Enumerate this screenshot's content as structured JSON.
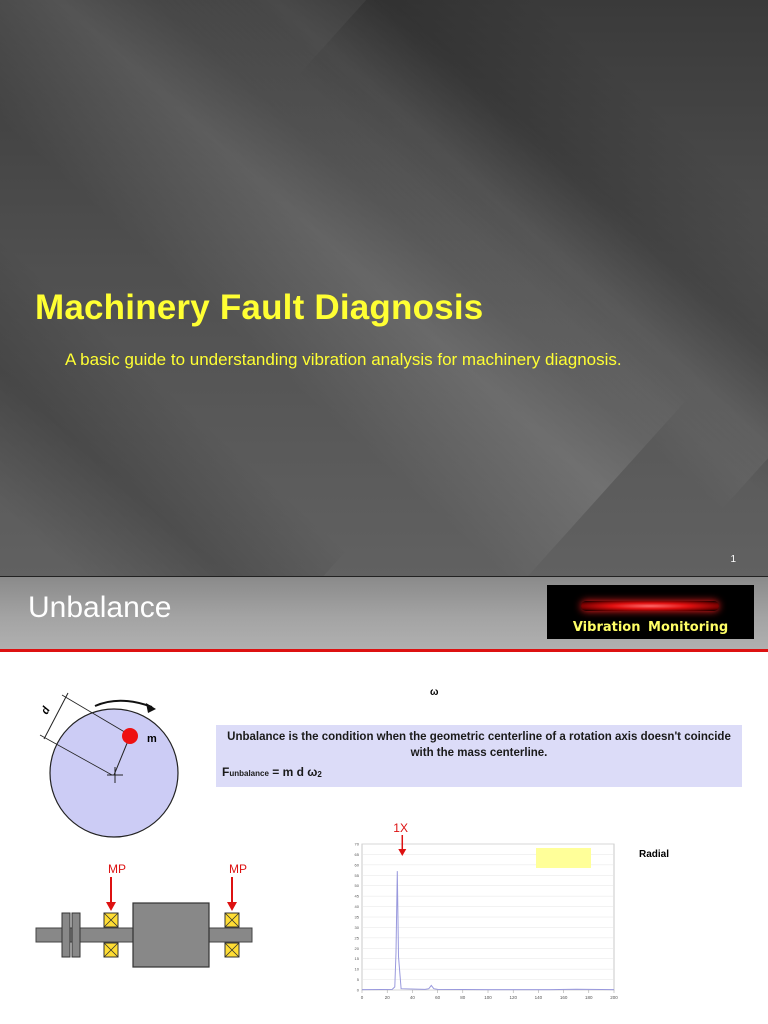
{
  "slide1": {
    "title": "Machinery Fault Diagnosis",
    "subtitle": "A basic guide to understanding vibration analysis for machinery diagnosis.",
    "page_number": "1"
  },
  "slide2": {
    "title": "Unbalance",
    "logo_text": "Vibration  Monitoring",
    "omega_label": "ω",
    "definition": "Unbalance is the condition when the geometric centerline of a rotation axis doesn't coincide with the mass centerline.",
    "formula": {
      "prefix": "F",
      "subscript": "unbalance",
      "body": " = m d ω",
      "superscript": "2"
    },
    "disc": {
      "d_label": "d",
      "m_label": "m",
      "colors": {
        "disc": "#ccccf5",
        "mass": "#ee1111"
      }
    },
    "shaft": {
      "mp_labels": [
        "MP",
        "MP"
      ],
      "colors": {
        "arrow": "#dd1111",
        "bearing": "#ffdd33",
        "body": "#888888"
      }
    },
    "spectrum": {
      "peak_label": "1X",
      "radial_label": "Radial",
      "highlight_color": "#ffff99",
      "line_color": "#9999dd"
    }
  },
  "chart_data": {
    "type": "line",
    "title": "",
    "xlabel": "",
    "ylabel": "",
    "annotations": [
      "1X",
      "Radial"
    ],
    "xlim": [
      0,
      200
    ],
    "ylim": [
      0,
      70
    ],
    "x_ticks": [
      "0",
      "20",
      "40",
      "60",
      "80",
      "100",
      "120",
      "140",
      "160",
      "180",
      "200"
    ],
    "y_ticks": [
      "0",
      "5",
      "10",
      "15",
      "20",
      "25",
      "30",
      "35",
      "40",
      "45",
      "50",
      "55",
      "60",
      "65",
      "70"
    ],
    "series": [
      {
        "x": [
          0,
          24,
          26,
          27,
          28,
          29,
          31,
          50,
          53,
          55,
          57,
          60,
          100,
          150,
          170,
          200
        ],
        "y": [
          0.2,
          0.3,
          1.5,
          18,
          57,
          16,
          0.6,
          0.3,
          0.6,
          2.2,
          0.6,
          0.3,
          0.2,
          0.2,
          0.4,
          0.2
        ]
      }
    ]
  }
}
